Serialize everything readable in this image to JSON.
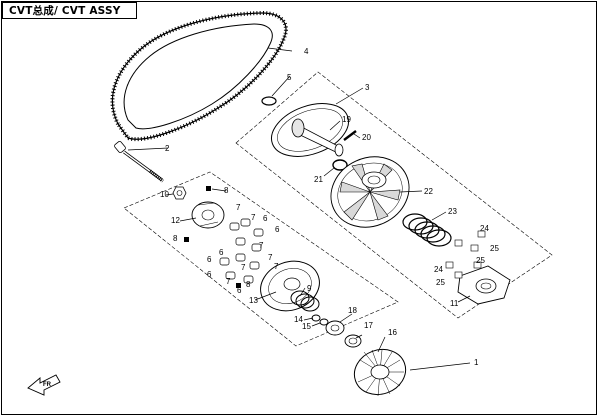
{
  "title": "CVT总成/ CVT ASSY",
  "callouts": [
    {
      "id": "c1",
      "label": "1"
    },
    {
      "id": "c2",
      "label": "2"
    },
    {
      "id": "c3",
      "label": "3"
    },
    {
      "id": "c4",
      "label": "4"
    },
    {
      "id": "c5",
      "label": "5"
    },
    {
      "id": "c6a",
      "label": "6"
    },
    {
      "id": "c6b",
      "label": "6"
    },
    {
      "id": "c6c",
      "label": "6"
    },
    {
      "id": "c6d",
      "label": "6"
    },
    {
      "id": "c6e",
      "label": "6"
    },
    {
      "id": "c6f",
      "label": "6"
    },
    {
      "id": "c7a",
      "label": "7"
    },
    {
      "id": "c7b",
      "label": "7"
    },
    {
      "id": "c7c",
      "label": "7"
    },
    {
      "id": "c7d",
      "label": "7"
    },
    {
      "id": "c7e",
      "label": "7"
    },
    {
      "id": "c7f",
      "label": "7"
    },
    {
      "id": "c7g",
      "label": "7"
    },
    {
      "id": "c8a",
      "label": "8"
    },
    {
      "id": "c8b",
      "label": "8"
    },
    {
      "id": "c8c",
      "label": "8"
    },
    {
      "id": "c9",
      "label": "9"
    },
    {
      "id": "c10",
      "label": "10"
    },
    {
      "id": "c11",
      "label": "11"
    },
    {
      "id": "c12",
      "label": "12"
    },
    {
      "id": "c13",
      "label": "13"
    },
    {
      "id": "c14",
      "label": "14"
    },
    {
      "id": "c15",
      "label": "15"
    },
    {
      "id": "c16",
      "label": "16"
    },
    {
      "id": "c17",
      "label": "17"
    },
    {
      "id": "c18",
      "label": "18"
    },
    {
      "id": "c19",
      "label": "19"
    },
    {
      "id": "c20",
      "label": "20"
    },
    {
      "id": "c21",
      "label": "21"
    },
    {
      "id": "c22",
      "label": "22"
    },
    {
      "id": "c23",
      "label": "23"
    },
    {
      "id": "c24a",
      "label": "24"
    },
    {
      "id": "c24b",
      "label": "24"
    },
    {
      "id": "c25a",
      "label": "25"
    },
    {
      "id": "c25b",
      "label": "25"
    },
    {
      "id": "c25c",
      "label": "25"
    }
  ],
  "front_arrow_label": "FR",
  "icons": [
    "drive-belt-icon",
    "bolt-icon",
    "front-direction-arrow-icon"
  ]
}
